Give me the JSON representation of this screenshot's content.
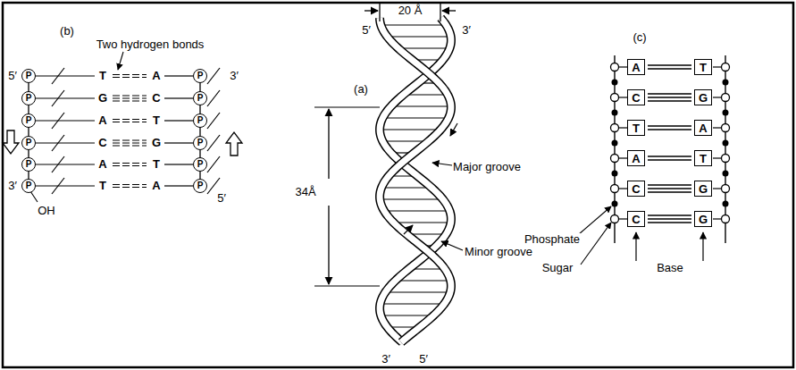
{
  "diagram": {
    "nodes": [
      {
        "text": [
          "P"
        ]
      },
      {
        "text": [
          "P"
        ]
      },
      {
        "text": [
          "P"
        ]
      },
      {
        "text": [
          "P"
        ]
      },
      {
        "text": [
          "P"
        ]
      },
      {
        "text": [
          "P"
        ]
      },
      {
        "text": [
          "P"
        ]
      },
      {
        "text": [
          "P"
        ]
      },
      {
        "text": [
          "P"
        ]
      },
      {
        "text": [
          "P"
        ]
      },
      {
        "text": [
          "P"
        ]
      },
      {
        "text": [
          "P"
        ]
      },
      {
        "text": [
          "A"
        ]
      },
      {
        "text": [
          "T"
        ]
      },
      {
        "text": [
          "C"
        ]
      },
      {
        "text": [
          "G"
        ]
      },
      {
        "text": [
          "T"
        ]
      },
      {
        "text": [
          "A"
        ]
      },
      {
        "text": [
          "A"
        ]
      },
      {
        "text": [
          "T"
        ]
      },
      {
        "text": [
          "C"
        ]
      },
      {
        "text": [
          "G"
        ]
      },
      {
        "text": [
          "C"
        ]
      },
      {
        "text": [
          "G"
        ]
      }
    ],
    "edges": [
      {
        "from": 12,
        "to": 13,
        "arrow": "none"
      },
      {
        "from": 14,
        "to": 15,
        "arrow": "none"
      },
      {
        "from": 16,
        "to": 17,
        "arrow": "none"
      },
      {
        "from": 18,
        "to": 19,
        "arrow": "none"
      },
      {
        "from": 20,
        "to": 21,
        "arrow": "none"
      },
      {
        "from": 22,
        "to": 23,
        "arrow": "none"
      }
    ],
    "labels": [
      "(b)",
      "Two hydrogen bonds",
      "5′",
      "3′",
      "T",
      "A",
      "G",
      "C",
      "A",
      "T",
      "C",
      "G",
      "A",
      "T",
      "T",
      "A",
      "3′",
      "5′",
      "OH",
      "20 Å",
      "5′",
      "3′",
      "(a)",
      "34Å",
      "Major groove",
      "Minor groove",
      "3′",
      "5′",
      "(c)",
      "Phosphate",
      "Sugar",
      "Base"
    ]
  }
}
